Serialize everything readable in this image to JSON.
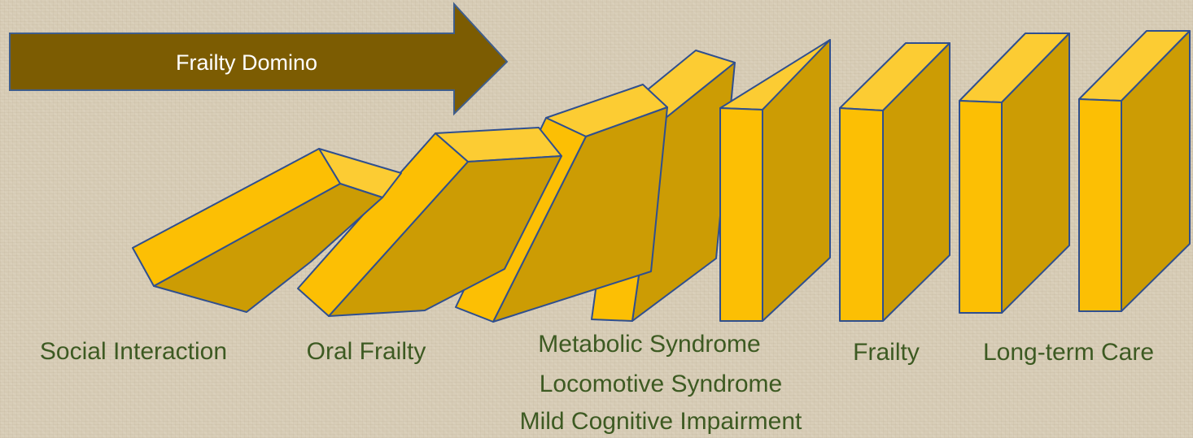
{
  "arrow": {
    "label": "Frailty Domino"
  },
  "stages": [
    {
      "lines": [
        "Social Interaction"
      ]
    },
    {
      "lines": [
        "Oral Frailty"
      ]
    },
    {
      "lines": [
        "Metabolic Syndrome",
        "Locomotive Syndrome",
        "Mild Cognitive Impairment"
      ]
    },
    {
      "lines": [
        "Frailty"
      ]
    },
    {
      "lines": [
        "Long-term Care"
      ]
    }
  ],
  "colors": {
    "arrow_fill": "#7c5c02",
    "arrow_stroke": "#3f5e8c",
    "domino_front": "#fcbf04",
    "domino_side": "#cc9c04",
    "domino_top": "#fccc33",
    "domino_edge": "#2f4f8f",
    "label_text": "#3d5a22"
  }
}
